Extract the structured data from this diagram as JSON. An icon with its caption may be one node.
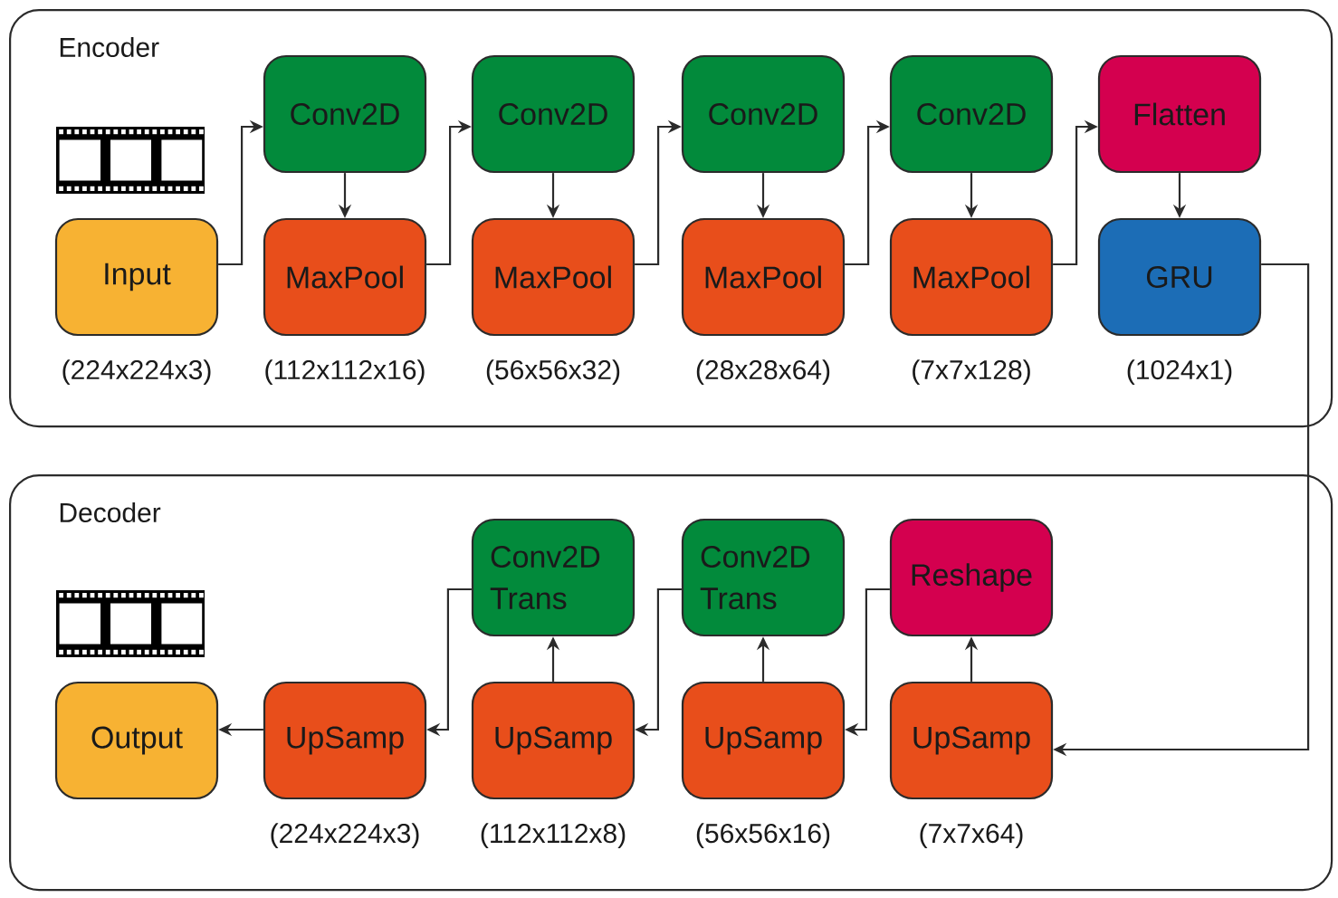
{
  "diagram": {
    "nodes": [
      {
        "text": [
          "Encoder"
        ]
      },
      {
        "text": [
          "Input"
        ],
        "in": 0,
        "beside": [
          "(224x224x3)"
        ]
      },
      {
        "text": [
          "Conv2D"
        ],
        "in": 0
      },
      {
        "text": [
          "MaxPool"
        ],
        "in": 0,
        "beside": [
          "(112x112x16)"
        ]
      },
      {
        "text": [
          "Conv2D"
        ],
        "in": 0
      },
      {
        "text": [
          "MaxPool"
        ],
        "in": 0,
        "beside": [
          "(56x56x32)"
        ]
      },
      {
        "text": [
          "Conv2D"
        ],
        "in": 0
      },
      {
        "text": [
          "MaxPool"
        ],
        "in": 0,
        "beside": [
          "(28x28x64)"
        ]
      },
      {
        "text": [
          "Conv2D"
        ],
        "in": 0
      },
      {
        "text": [
          "MaxPool"
        ],
        "in": 0,
        "beside": [
          "(7x7x128)"
        ]
      },
      {
        "text": [
          "Flatten"
        ],
        "in": 0
      },
      {
        "text": [
          "GRU"
        ],
        "in": 0,
        "beside": [
          "(1024x1)"
        ]
      },
      {
        "text": [
          "Decoder"
        ]
      },
      {
        "text": [
          "UpSamp"
        ],
        "in": 12,
        "beside": [
          "(7x7x64)"
        ]
      },
      {
        "text": [
          "Reshape"
        ],
        "in": 12
      },
      {
        "text": [
          "UpSamp"
        ],
        "in": 12,
        "beside": [
          "(56x56x16)"
        ]
      },
      {
        "text": [
          "Conv2D Trans"
        ],
        "in": 12
      },
      {
        "text": [
          "UpSamp"
        ],
        "in": 12,
        "beside": [
          "(112x112x8)"
        ]
      },
      {
        "text": [
          "Conv2D Trans"
        ],
        "in": 12
      },
      {
        "text": [
          "UpSamp"
        ],
        "in": 12,
        "beside": [
          "(224x224x3)"
        ]
      },
      {
        "text": [
          "Output"
        ],
        "in": 12
      }
    ],
    "edges": [
      {
        "from": 1,
        "to": 2,
        "arrow": "to"
      },
      {
        "from": 2,
        "to": 3,
        "arrow": "to"
      },
      {
        "from": 3,
        "to": 4,
        "arrow": "to"
      },
      {
        "from": 4,
        "to": 5,
        "arrow": "to"
      },
      {
        "from": 5,
        "to": 6,
        "arrow": "to"
      },
      {
        "from": 6,
        "to": 7,
        "arrow": "to"
      },
      {
        "from": 7,
        "to": 8,
        "arrow": "to"
      },
      {
        "from": 8,
        "to": 9,
        "arrow": "to"
      },
      {
        "from": 9,
        "to": 10,
        "arrow": "to"
      },
      {
        "from": 10,
        "to": 11,
        "arrow": "to"
      },
      {
        "from": 11,
        "to": 13,
        "arrow": "to"
      },
      {
        "from": 13,
        "to": 14,
        "arrow": "to"
      },
      {
        "from": 14,
        "to": 15,
        "arrow": "to"
      },
      {
        "from": 15,
        "to": 16,
        "arrow": "to"
      },
      {
        "from": 16,
        "to": 17,
        "arrow": "to"
      },
      {
        "from": 17,
        "to": 18,
        "arrow": "to"
      },
      {
        "from": 18,
        "to": 19,
        "arrow": "to"
      },
      {
        "from": 19,
        "to": 20,
        "arrow": "to"
      }
    ]
  }
}
